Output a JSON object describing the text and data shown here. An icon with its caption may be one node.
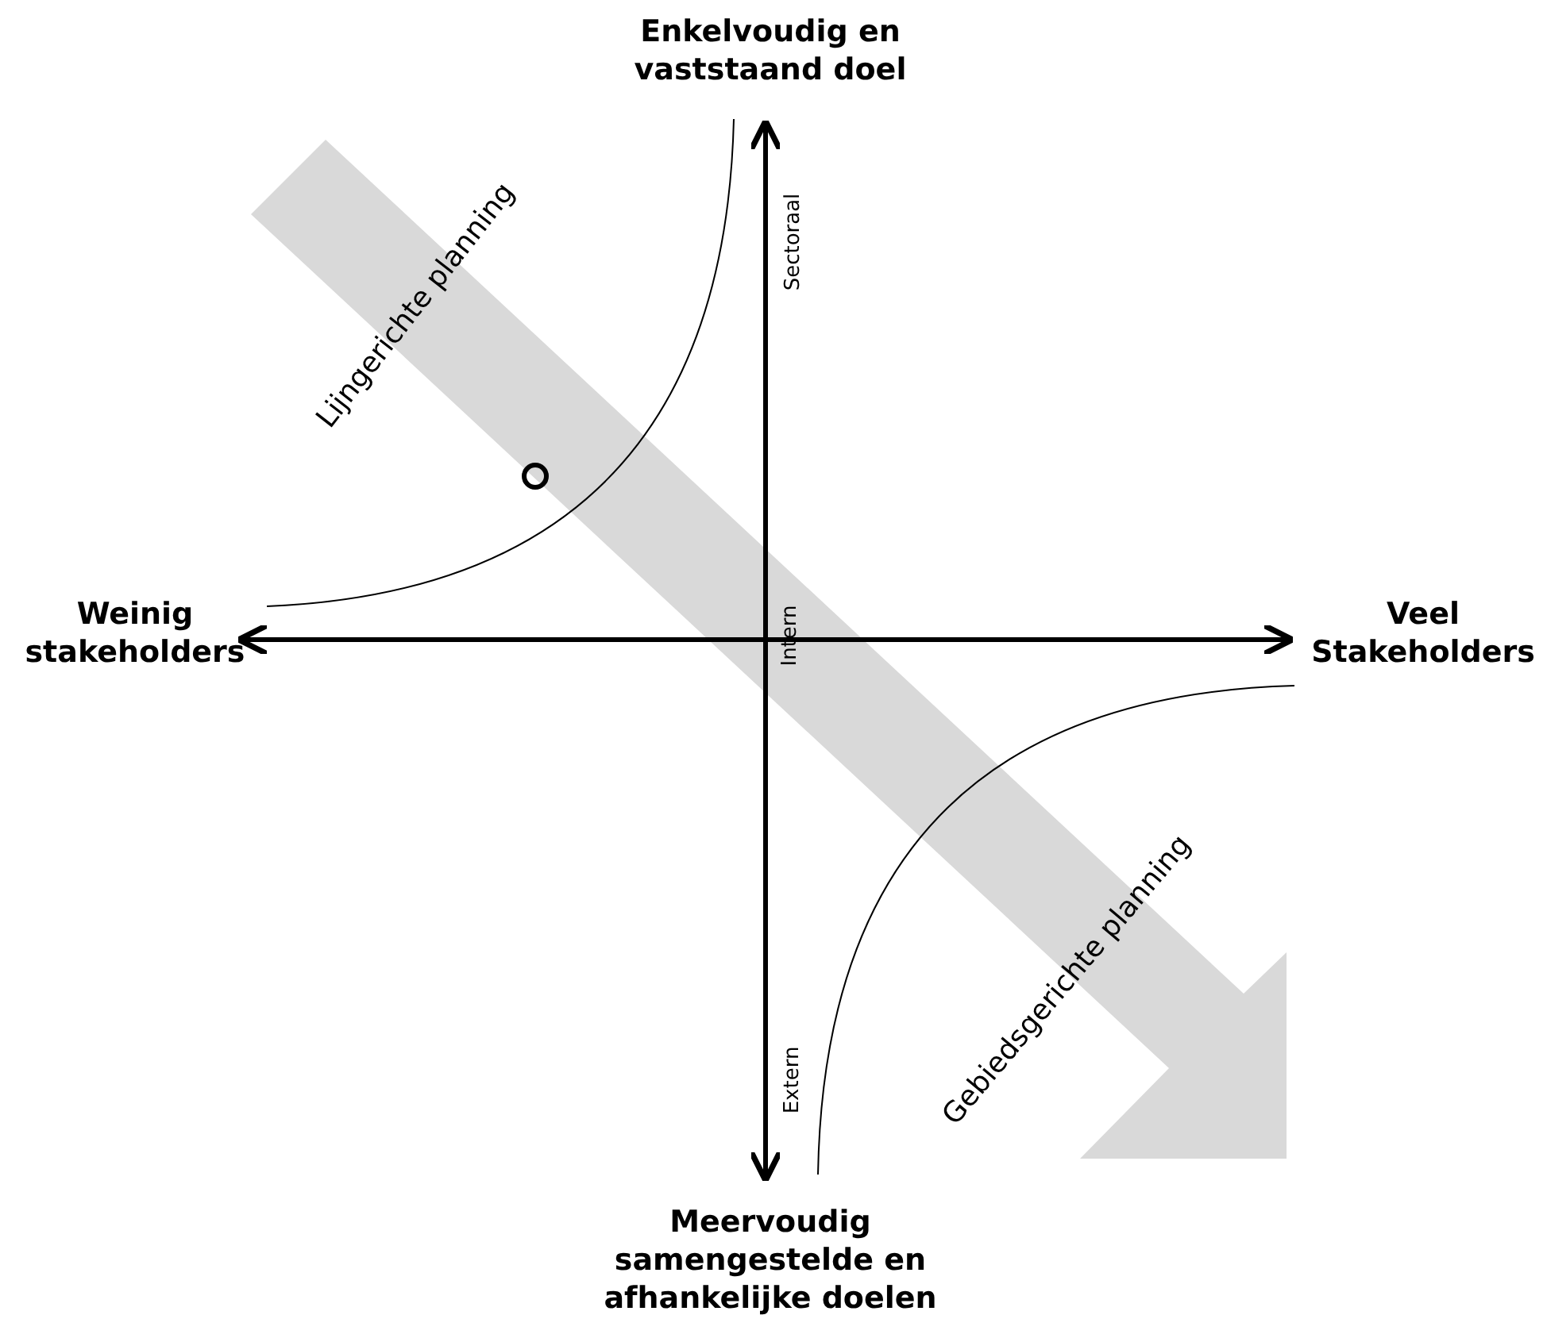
{
  "diagram": {
    "labels": [
      "Enkelvoudig en vaststaand doel",
      "Lijngerichte planning",
      "Sectoraal",
      "Weinig stakeholders",
      "Veel Stakeholders",
      "Intern",
      "Gebiedsgerichte planning",
      "Extern",
      "Meervoudig samengestelde en afhankelijke doelen"
    ]
  }
}
